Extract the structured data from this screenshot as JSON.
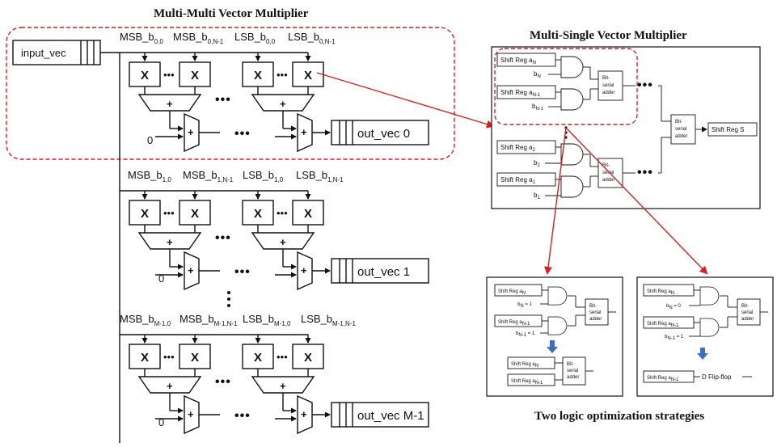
{
  "titles": {
    "multi_multi": "Multi-Multi Vector Multiplier",
    "multi_single": "Multi-Single Vector Multiplier",
    "optimization": "Two logic optimization strategies"
  },
  "input": {
    "label": "input_vec"
  },
  "mult": {
    "symbol": "X",
    "plus": "+",
    "zero": "0",
    "ellipsis": "•••",
    "vdots": "•"
  },
  "rows": [
    {
      "msb0": "MSB_b",
      "msb0_sub": "0,0",
      "msb1": "MSB_b",
      "msb1_sub": "0,N-1",
      "lsb0": "LSB_b",
      "lsb0_sub": "0,0",
      "lsb1": "LSB_b",
      "lsb1_sub": "0,N-1",
      "out": "out_vec 0"
    },
    {
      "msb0": "MSB_b",
      "msb0_sub": "1,0",
      "msb1": "MSB_b",
      "msb1_sub": "1,N-1",
      "lsb0": "LSB_b",
      "lsb0_sub": "1,0",
      "lsb1": "LSB_b",
      "lsb1_sub": "1,N-1",
      "out": "out_vec 1"
    },
    {
      "msb0": "MSB_b",
      "msb0_sub": "M-1,0",
      "msb1": "MSB_b",
      "msb1_sub": "M-1,N-1",
      "lsb0": "LSB_b",
      "lsb0_sub": "M-1,0",
      "lsb1": "LSB_b",
      "lsb1_sub": "M-1,N-1",
      "out": "out_vec M-1"
    }
  ],
  "msvm": {
    "shift_reg": "Shift Reg",
    "aN": "a",
    "aN_sub": "N",
    "aN1": "a",
    "aN1_sub": "N-1",
    "a2": "a",
    "a2_sub": "2",
    "a1": "a",
    "a1_sub": "1",
    "bN": "b",
    "bN_sub": "N",
    "bN1": "b",
    "bN1_sub": "N-1",
    "b2": "b",
    "b2_sub": "2",
    "b1": "b",
    "b1_sub": "1",
    "bit_serial_adder": [
      "Bit-",
      "serial",
      "adder"
    ],
    "shift_reg_s": "Shift Reg  S"
  },
  "opt_left": {
    "bN_val": "= 1",
    "bN1_val": "= 1"
  },
  "opt_right": {
    "bN_val": "= 0",
    "bN1_val": "= 1",
    "dff": "D Flip-flop"
  },
  "colors": {
    "accent_red": "#d81f1f",
    "arrow_blue": "#3a6fc4"
  }
}
